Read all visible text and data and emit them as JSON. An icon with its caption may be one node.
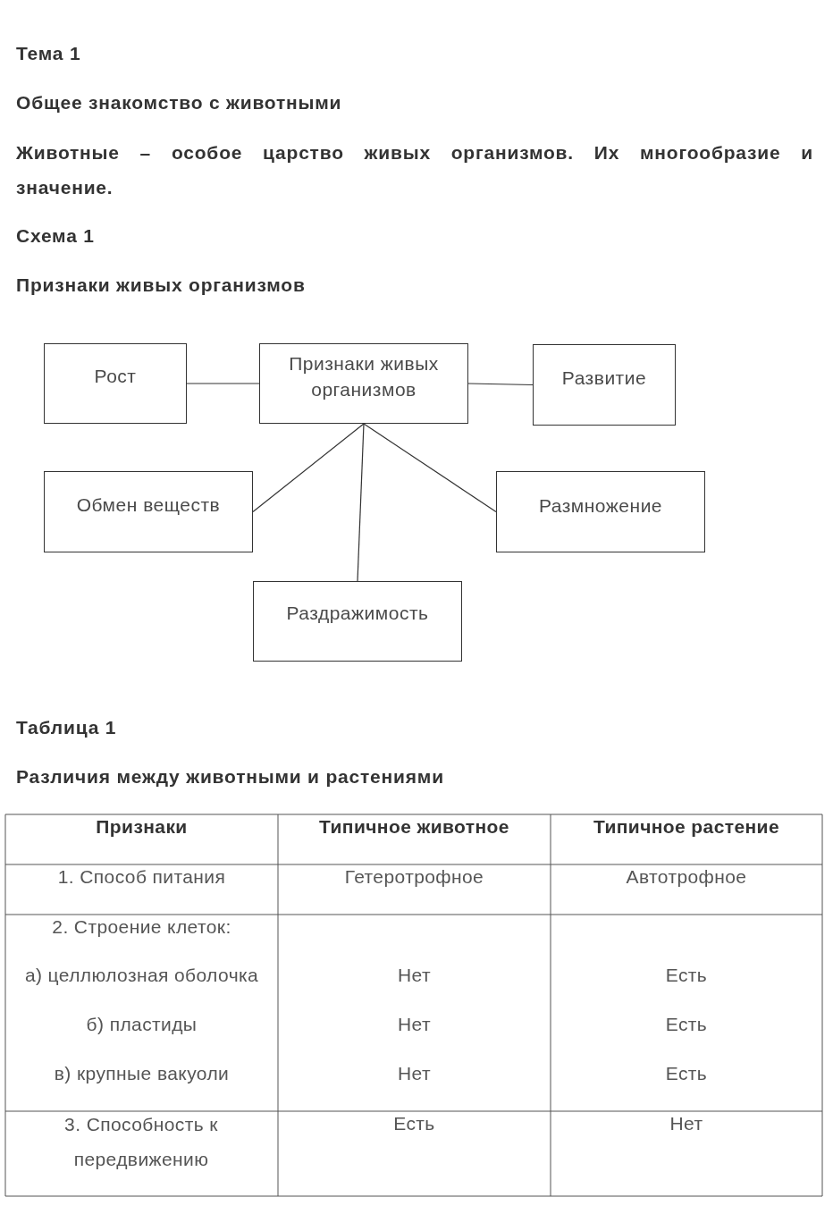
{
  "diagram": {
    "nodes": [
      {
        "text": [
          "Рост"
        ]
      },
      {
        "text": [
          "Признаки живых организмов"
        ]
      },
      {
        "text": [
          "Развитие"
        ]
      },
      {
        "text": [
          "Обмен веществ"
        ]
      },
      {
        "text": [
          "Размножение"
        ]
      },
      {
        "text": [
          "Раздражимость"
        ]
      }
    ],
    "edges": [
      {
        "from": 1,
        "to": 0,
        "arrow": "none"
      },
      {
        "from": 1,
        "to": 2,
        "arrow": "none"
      },
      {
        "from": 1,
        "to": 3,
        "arrow": "none"
      },
      {
        "from": 1,
        "to": 4,
        "arrow": "none"
      },
      {
        "from": 1,
        "to": 5,
        "arrow": "none"
      }
    ],
    "labels": [
      "Тема 1",
      "Общее знакомство с животными",
      "Животные – особое царство живых организмов. Их многообразие и значение.",
      "Схема 1",
      "Признаки живых организмов",
      "Таблица 1",
      "Различия между животными и растениями",
      "Признаки",
      "Типичное животное",
      "Типичное растение",
      "1. Способ питания",
      "Гетеротрофное",
      "Автотрофное",
      "2. Строение клеток:",
      "а) целлюлозная оболочка",
      "Нет",
      "Есть",
      "б) пластиды",
      "Нет",
      "Есть",
      "в) крупные вакуоли",
      "Нет",
      "Есть",
      "3. Способность к передвижению",
      "Есть",
      "Нет"
    ]
  }
}
